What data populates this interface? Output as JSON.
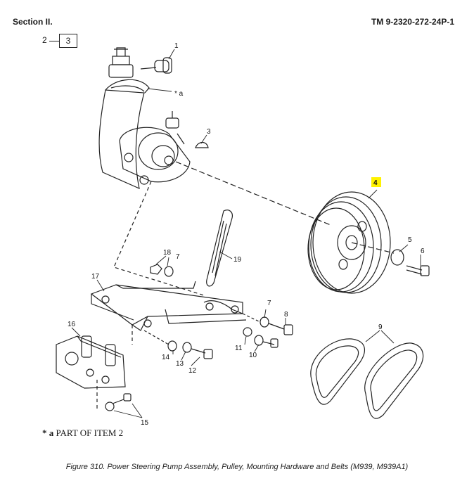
{
  "header": {
    "section": "Section II.",
    "manual": "TM 9-2320-272-24P-1"
  },
  "group_ref": {
    "figure_number": "2",
    "boxed_number": "3"
  },
  "callouts": [
    "1",
    "2",
    "3",
    "4",
    "5",
    "6",
    "7",
    "7",
    "8",
    "9",
    "10",
    "11",
    "12",
    "13",
    "14",
    "15",
    "16",
    "17",
    "18",
    "19"
  ],
  "star_note_mark": "* a",
  "note": {
    "mark": "* a",
    "text": "PART OF ITEM 2"
  },
  "caption": "Figure 310.  Power Steering Pump Assembly, Pulley, Mounting Hardware and Belts (M939, M939A1)",
  "highlight_color": "#fff200",
  "highlighted_item": "4"
}
